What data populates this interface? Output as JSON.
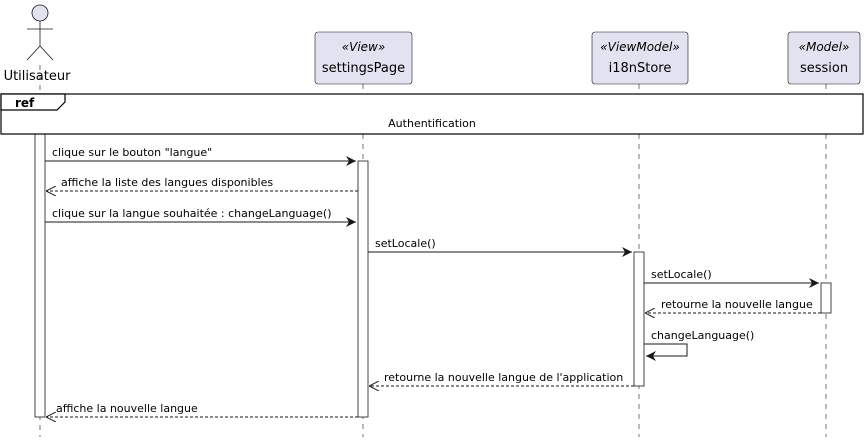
{
  "participants": {
    "actor": {
      "name": "Utilisateur"
    },
    "view": {
      "stereotype": "«View»",
      "name": "settingsPage"
    },
    "viewmodel": {
      "stereotype": "«ViewModel»",
      "name": "i18nStore"
    },
    "model": {
      "stereotype": "«Model»",
      "name": "session"
    }
  },
  "ref": {
    "keyword": "ref",
    "label": "Authentification"
  },
  "messages": [
    {
      "from": "actor",
      "to": "view",
      "label": "clique sur le bouton \"langue\"",
      "style": "sync"
    },
    {
      "from": "view",
      "to": "actor",
      "label": "affiche la liste des langues disponibles",
      "style": "return"
    },
    {
      "from": "actor",
      "to": "view",
      "label": "clique sur la langue souhaitée : changeLanguage()",
      "style": "sync"
    },
    {
      "from": "view",
      "to": "viewmodel",
      "label": "setLocale()",
      "style": "sync"
    },
    {
      "from": "viewmodel",
      "to": "model",
      "label": "setLocale()",
      "style": "sync"
    },
    {
      "from": "model",
      "to": "viewmodel",
      "label": "retourne la nouvelle langue",
      "style": "return"
    },
    {
      "from": "viewmodel",
      "to": "viewmodel",
      "label": "changeLanguage()",
      "style": "self"
    },
    {
      "from": "viewmodel",
      "to": "view",
      "label": "retourne la nouvelle langue de l'application",
      "style": "return"
    },
    {
      "from": "view",
      "to": "actor",
      "label": "affiche la nouvelle langue",
      "style": "return"
    }
  ],
  "colors": {
    "participant_fill": "#e2e2f0",
    "participant_stroke": "#181818",
    "lifeline": "#181818",
    "frame": "#000000"
  }
}
